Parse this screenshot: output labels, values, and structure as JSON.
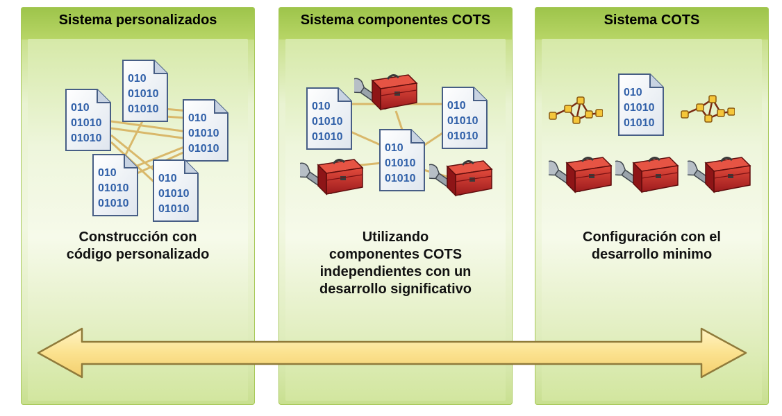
{
  "panels": [
    {
      "title": "Sistema personalizados",
      "caption": "Construcción con\ncódigo personalizado"
    },
    {
      "title": "Sistema componentes COTS",
      "caption": "Utilizando\ncomponentes COTS\nindependientes con un\ndesarrollo significativo"
    },
    {
      "title": "Sistema COTS",
      "caption": "Configuración con el\ndesarrollo minimo"
    }
  ],
  "doc_lines": [
    "010",
    "01010",
    "01010"
  ],
  "colors": {
    "panel_header": "#a7cc52",
    "arrow_fill": "#fbe79b",
    "toolbox": "#c8282a",
    "network_node": "#f2c232"
  }
}
